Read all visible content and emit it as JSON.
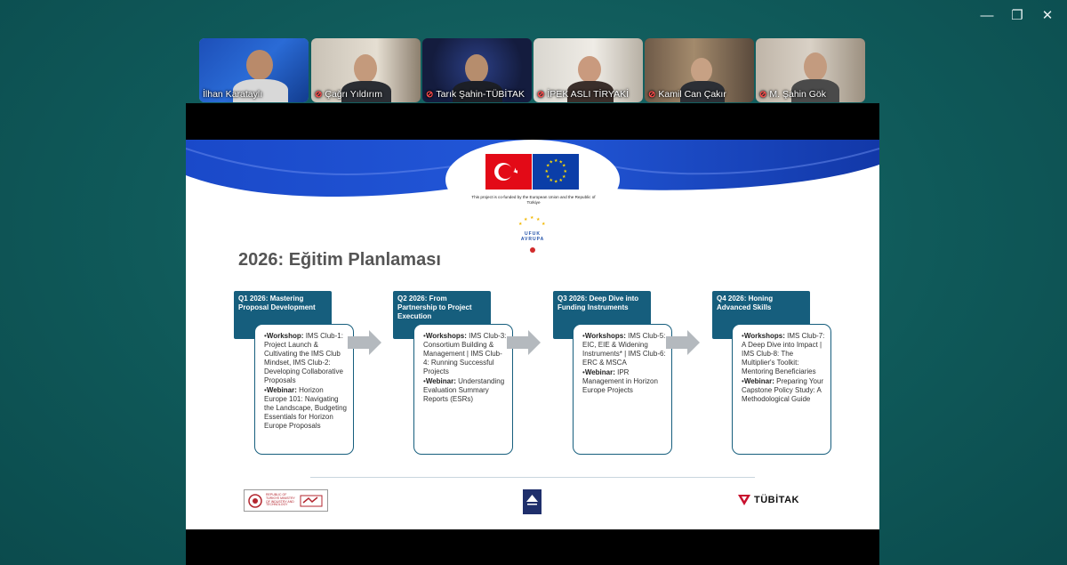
{
  "window": {
    "minimize_glyph": "—",
    "maximize_glyph": "❐",
    "close_glyph": "✕"
  },
  "participants": [
    {
      "name": "İlhan Karataylı",
      "muted": false,
      "active": true
    },
    {
      "name": "Çağrı Yıldırım",
      "muted": true,
      "active": false
    },
    {
      "name": "Tarık Şahin-TÜBİTAK",
      "muted": true,
      "active": false
    },
    {
      "name": "İPEK ASLI TİRYAKİ",
      "muted": true,
      "active": false
    },
    {
      "name": "Kamil Can Çakır",
      "muted": true,
      "active": false
    },
    {
      "name": "M. Şahin Gök",
      "muted": true,
      "active": false
    }
  ],
  "slide": {
    "cofund_text": "This project is co-funded by the European Union and the Republic of Türkiye",
    "ufuk_logo_text": "UFUK AVRUPA",
    "title": "2026: Eğitim Planlaması",
    "quarters": [
      {
        "header": "Q1 2026: Mastering Proposal Development",
        "items": [
          {
            "label": "Workshop:",
            "text": "IMS Club-1: Project Launch & Cultivating the IMS Club Mindset, IMS Club-2: Developing Collaborative Proposals"
          },
          {
            "label": "Webinar:",
            "text": "Horizon Europe 101: Navigating the Landscape, Budgeting Essentials for Horizon Europe Proposals"
          }
        ]
      },
      {
        "header": "Q2 2026: From Partnership to Project Execution",
        "items": [
          {
            "label": "Workshops:",
            "text": "IMS Club-3: Consortium Building & Management | IMS Club-4: Running Successful Projects"
          },
          {
            "label": "Webinar:",
            "text": "Understanding Evaluation Summary Reports (ESRs)"
          }
        ]
      },
      {
        "header": "Q3 2026: Deep Dive into Funding Instruments",
        "items": [
          {
            "label": "Workshops:",
            "text": "IMS Club-5: EIC, EIE & Widening Instruments* | IMS Club-6: ERC & MSCA"
          },
          {
            "label": "Webinar:",
            "text": "IPR Management in Horizon Europe Projects"
          }
        ]
      },
      {
        "header": "Q4 2026: Honing Advanced Skills",
        "items": [
          {
            "label": "Workshops:",
            "text": "IMS Club-7: A Deep Dive into Impact | IMS Club-8: The Multiplier's Toolkit: Mentoring Beneficiaries"
          },
          {
            "label": "Webinar:",
            "text": "Preparing Your Capstone Policy Study: A Methodological Guide"
          }
        ]
      }
    ],
    "footer": {
      "ministry_logo_text": "REPUBLIC OF TÜRKİYE MINISTRY OF INDUSTRY AND TECHNOLOGY",
      "tubitak_text": "TÜBİTAK"
    }
  }
}
